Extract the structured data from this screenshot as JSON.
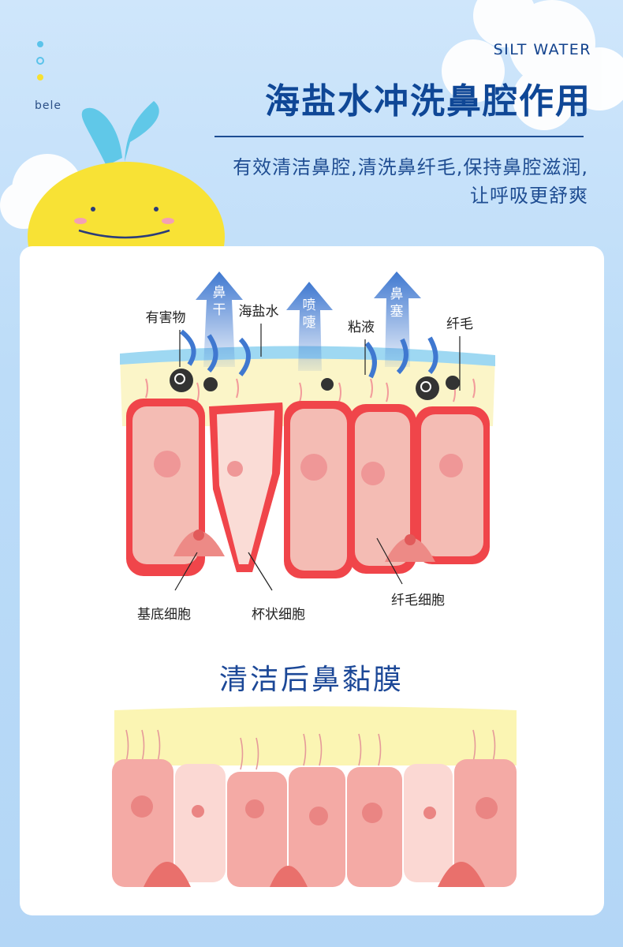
{
  "brand": "bele",
  "header": {
    "eyebrow": "SILT WATER",
    "title": "海盐水冲洗鼻腔作用",
    "subtitle_line1": "有效清洁鼻腔,清洗鼻纤毛,保持鼻腔滋润,",
    "subtitle_line2": "让呼吸更舒爽"
  },
  "diagram": {
    "arrows": [
      {
        "label_top": "鼻",
        "label_bottom": "干"
      },
      {
        "label_top": "喷",
        "label_bottom": "嚏"
      },
      {
        "label_top": "鼻",
        "label_bottom": "塞"
      }
    ],
    "labels": {
      "harmful": "有害物",
      "saltwater": "海盐水",
      "mucus": "粘液",
      "cilia": "纤毛",
      "basal_cell": "基底细胞",
      "goblet_cell": "杯状细胞",
      "ciliated_cell": "纤毛细胞"
    }
  },
  "after": {
    "title": "清洁后鼻黏膜"
  },
  "colors": {
    "title": "#0f4796",
    "cell_border": "#f0454a",
    "cell_fill": "#f4b3ab",
    "arrow": "#3f78d0"
  }
}
